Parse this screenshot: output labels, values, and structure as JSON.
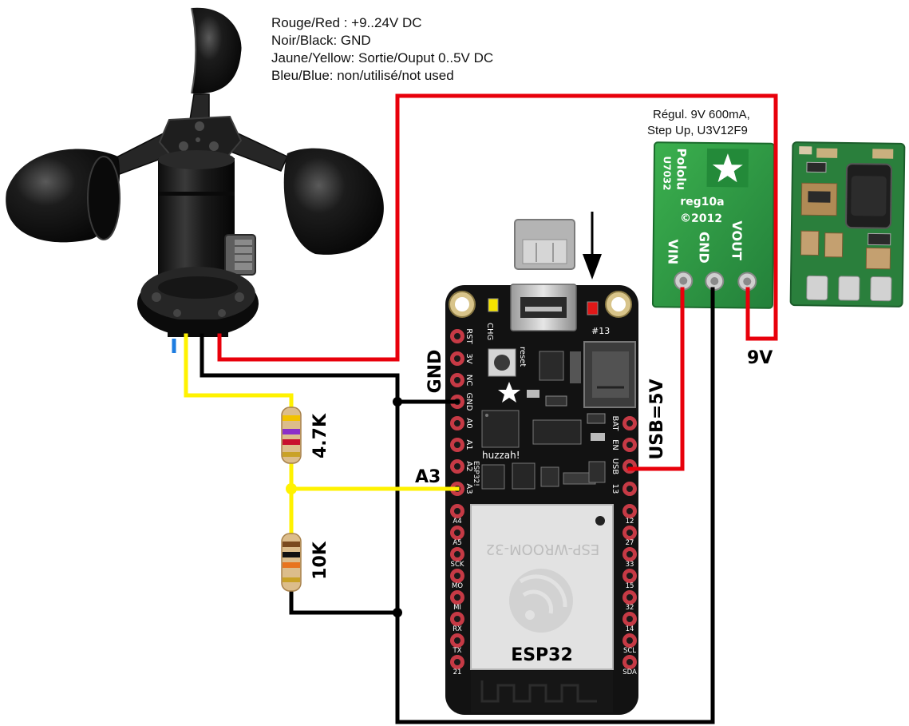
{
  "legend": {
    "line1": "Rouge/Red : +9..24V DC",
    "line2": "Noir/Black: GND",
    "line3": "Jaune/Yellow: Sortie/Ouput 0..5V DC",
    "line4": "Bleu/Blue: non/utilisé/not used"
  },
  "regulator": {
    "caption1": "Régul. 9V 600mA,",
    "caption2": "Step Up, U3V12F9",
    "brand": "Pololu",
    "code": "U7032",
    "model": "reg10a",
    "year": "©2012",
    "pin_vin": "VIN",
    "pin_gnd": "GND",
    "pin_vout": "VOUT"
  },
  "labels": {
    "gnd": "GND",
    "a3": "A3",
    "r1": "4.7K",
    "r2": "10K",
    "usb": "USB=5V",
    "v9": "9V"
  },
  "board": {
    "name": "ESP32",
    "chg": "CHG",
    "reset": "reset",
    "led13": "#13",
    "huzzah": "huzzah!",
    "esp32_side": "ESP32!",
    "module": "ESP-WROOM-32",
    "left_top": [
      "RST",
      "3V",
      "NC",
      "GND",
      "A0",
      "A1",
      "A2",
      "A3"
    ],
    "left_bottom": [
      "A4",
      "A5",
      "SCK",
      "MO",
      "MI",
      "RX",
      "TX",
      "21"
    ],
    "right_top": [
      "BAT",
      "EN",
      "USB",
      "13"
    ],
    "right_bottom": [
      "12",
      "27",
      "33",
      "15",
      "32",
      "14",
      "SCL",
      "SDA"
    ]
  },
  "colors": {
    "wire_red": "#e8000b",
    "wire_black": "#000000",
    "wire_yellow": "#fff200",
    "wire_blue": "#1e7de0",
    "regulator_green": "#2f9e44",
    "pcb_black": "#121212"
  },
  "resistor_bands": {
    "r1": [
      "#f2c200",
      "#8b2fc9",
      "#c8102e",
      "#c9a227"
    ],
    "r2": [
      "#7a4a1e",
      "#111111",
      "#e8741e",
      "#c9a227"
    ]
  }
}
